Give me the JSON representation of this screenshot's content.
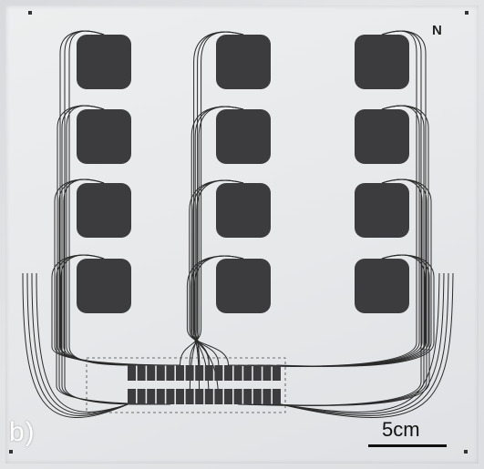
{
  "panel_label": "b)",
  "scale_bar_label": "5cm",
  "north_marker": "N",
  "colors": {
    "pad": "#3c3c3e",
    "trace": "#2b2b2b",
    "sheet": "#e7e9eb"
  },
  "electrode_grid": {
    "columns": 3,
    "rows": 4
  },
  "connector_pins_per_row": 16
}
